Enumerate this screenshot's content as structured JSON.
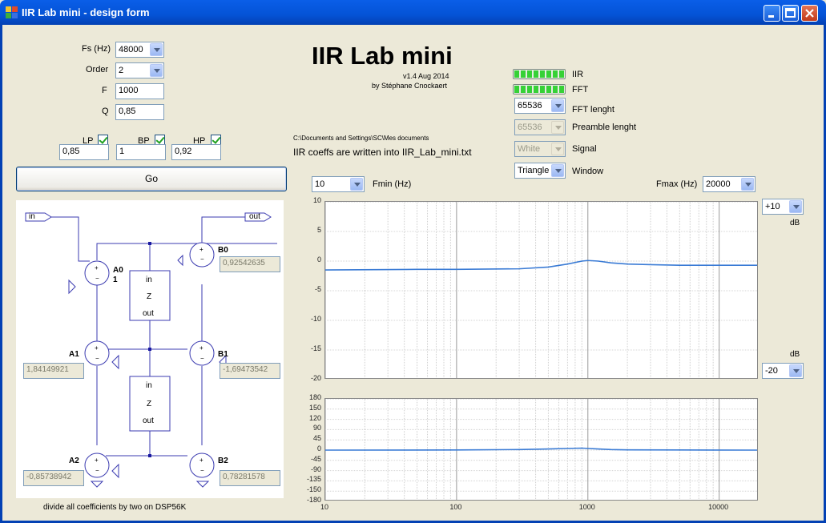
{
  "window": {
    "title": "IIR Lab mini - design form"
  },
  "params": {
    "fs_label": "Fs (Hz)",
    "fs_value": "48000",
    "order_label": "Order",
    "order_value": "2",
    "f_label": "F",
    "f_value": "1000",
    "q_label": "Q",
    "q_value": "0,85"
  },
  "filters": {
    "lp_label": "LP",
    "lp_value": "0,85",
    "bp_label": "BP",
    "bp_value": "1",
    "hp_label": "HP",
    "hp_value": "0,92"
  },
  "go_label": "Go",
  "header": {
    "title": "IIR Lab mini",
    "version": "v1.4 Aug 2014",
    "author": "by Stéphane Cnockaert"
  },
  "path": "C:\\Documents and Settings\\SC\\Mes documents",
  "coeff_note": "IIR coeffs are written into IIR_Lab_mini.txt",
  "status": {
    "iir_label": "IIR",
    "fft_label": "FFT"
  },
  "fft": {
    "length_value": "65536",
    "length_label": "FFT lenght",
    "preamble_value": "65536",
    "preamble_label": "Preamble lenght",
    "signal_value": "White",
    "signal_label": "Signal",
    "window_value": "Triangle",
    "window_label": "Window"
  },
  "range": {
    "fmin_value": "10",
    "fmin_label": "Fmin (Hz)",
    "fmax_label": "Fmax (Hz)",
    "fmax_value": "20000",
    "db_max_value": "+10",
    "db_max_unit": "dB",
    "db_min_unit": "dB",
    "db_min_value": "-20"
  },
  "diagram": {
    "in_label": "in",
    "out_label": "out",
    "a0_label": "A0",
    "a0_value": "1",
    "b0_label": "B0",
    "b0_value": "0,92542635",
    "a1_label": "A1",
    "a1_value": "1,84149921",
    "b1_label": "B1",
    "b1_value": "-1,69473542",
    "a2_label": "A2",
    "a2_value": "-0,85738942",
    "b2_label": "B2",
    "b2_value": "0,78281578",
    "z_in": "in",
    "z_label": "Z",
    "z_out": "out",
    "footer": "divide all coefficients by two on DSP56K"
  },
  "chart_data": [
    {
      "type": "line",
      "x_scale": "log",
      "xlim": [
        10,
        20000
      ],
      "ylim": [
        -20,
        10
      ],
      "yticks": [
        "10",
        "5",
        "0",
        "-5",
        "-10",
        "-15",
        "-20"
      ],
      "grid": true,
      "series": [
        {
          "color": "#3a7bd5",
          "x": [
            10,
            50,
            100,
            300,
            500,
            700,
            900,
            1000,
            1200,
            1500,
            2000,
            3000,
            5000,
            10000,
            20000
          ],
          "y": [
            -1.5,
            -1.4,
            -1.4,
            -1.3,
            -1.0,
            -0.5,
            0.0,
            0.1,
            0.0,
            -0.3,
            -0.5,
            -0.6,
            -0.7,
            -0.7,
            -0.7
          ]
        }
      ]
    },
    {
      "type": "line",
      "x_scale": "log",
      "xlim": [
        10,
        20000
      ],
      "ylim": [
        -180,
        180
      ],
      "yticks": [
        "180",
        "150",
        "120",
        "90",
        "45",
        "0",
        "-45",
        "-90",
        "-135",
        "-150",
        "-180"
      ],
      "xticks": [
        "10",
        "100",
        "1000",
        "10000"
      ],
      "grid": true,
      "series": [
        {
          "color": "#3a7bd5",
          "x": [
            10,
            100,
            300,
            500,
            700,
            900,
            1000,
            1200,
            1500,
            2000,
            5000,
            20000
          ],
          "y": [
            0,
            0.5,
            2,
            4,
            6,
            7,
            6,
            4,
            2,
            1,
            0.5,
            0
          ]
        }
      ]
    }
  ]
}
